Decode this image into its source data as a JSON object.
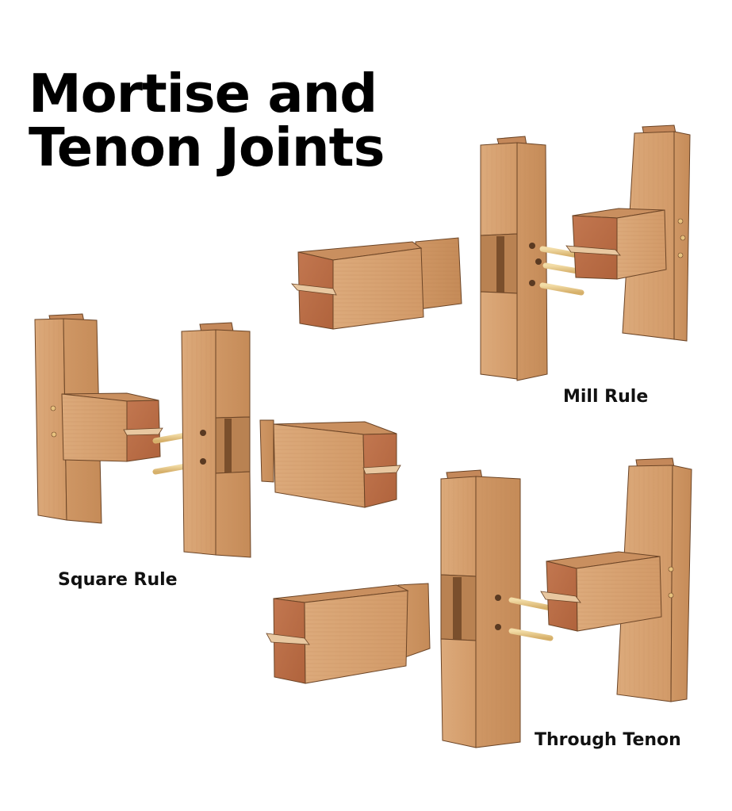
{
  "title": {
    "line1": "Mortise and",
    "line2": "Tenon Joints"
  },
  "joints": [
    {
      "id": "mill-rule",
      "label": "Mill Rule",
      "pegs": 3
    },
    {
      "id": "square-rule",
      "label": "Square Rule",
      "pegs": 2
    },
    {
      "id": "through-tenon",
      "label": "Through Tenon",
      "pegs": 2
    }
  ],
  "colors": {
    "background": "#ffffff",
    "text": "#000000",
    "wood_front": "#d9a473",
    "wood_side": "#c98f5c",
    "wood_endgrain": "#b86c43",
    "wood_top": "#c4885a",
    "peg": "#e8c98a",
    "outline": "#5a3a22"
  }
}
